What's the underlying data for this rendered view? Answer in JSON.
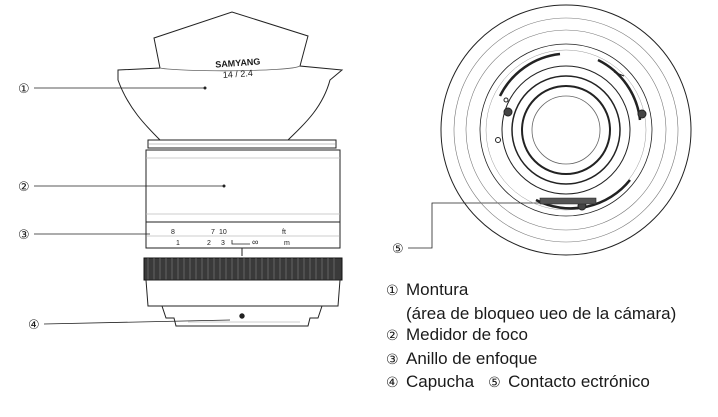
{
  "lens_markings": {
    "brand": "SAMYANG",
    "model": "14 / 2.4",
    "scale_top": [
      "8",
      "7",
      "10",
      "ft"
    ],
    "scale_bottom": [
      "1",
      "2",
      "3",
      "m"
    ]
  },
  "callouts": [
    "①",
    "②",
    "③",
    "④",
    "⑤"
  ],
  "legend": {
    "item1_num": "①",
    "item1_label": "Montura",
    "item1_sub": "(área de bloqueo ueo de la cámara)",
    "item2_num": "②",
    "item2_label": "Medidor de foco",
    "item3_num": "③",
    "item3_label": "Anillo de enfoque",
    "item4_num": "④",
    "item4_label": "Capucha",
    "item5_num": "⑤",
    "item5_label": "Contacto ectrónico"
  }
}
